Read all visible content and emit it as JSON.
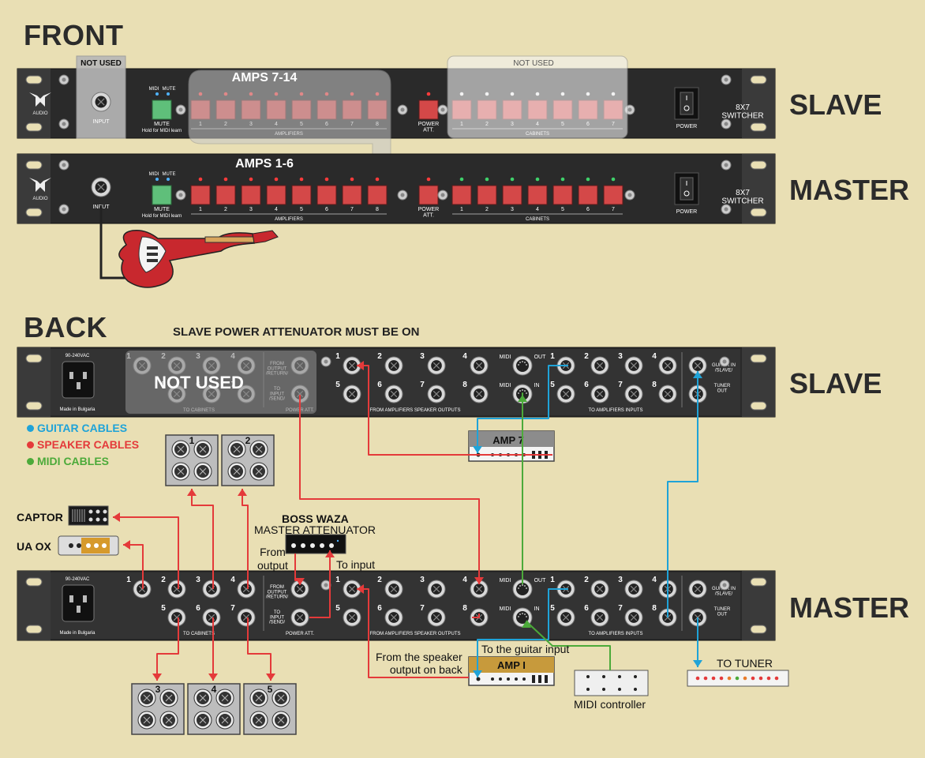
{
  "headings": {
    "front": "FRONT",
    "back": "BACK"
  },
  "labels": {
    "slave": "SLAVE",
    "master": "MASTER",
    "not_used": "NOT USED",
    "amps_7_14": "AMPS 7-14",
    "amps_1_6": "AMPS 1-6",
    "slave_power_note": "SLAVE POWER ATTENUATOR MUST BE ON",
    "captor": "CAPTOR",
    "ua_ox": "UA OX",
    "boss_waza": "BOSS WAZA",
    "master_attenuator": "MASTER ATTENUATOR",
    "from_output": "From\noutput",
    "to_input": "To input",
    "from_speaker_output": "From the speaker\noutput on back",
    "to_guitar_input": "To the guitar input",
    "midi_controller": "MIDI controller",
    "to_tuner": "TO TUNER",
    "amp7": "AMP 7",
    "amp1": "AMP I"
  },
  "legend": [
    {
      "label": "GUITAR CABLES",
      "color": "#1fa3d8"
    },
    {
      "label": "SPEAKER CABLES",
      "color": "#e43a3a"
    },
    {
      "label": "MIDI CABLES",
      "color": "#4caa3a"
    }
  ],
  "front_panel": {
    "brand": "AUDIO",
    "input": "INPUT",
    "midi": "MIDI",
    "mute_small": "MUTE",
    "mute": "MUTE",
    "hold": "Hold for MIDI learn",
    "amplifiers": "AMPLIFIERS",
    "cabinets": "CABINETS",
    "power_att": "POWER\nATT.",
    "power": "POWER",
    "model": "8X7\nSWITCHER",
    "amp_numbers": [
      "1",
      "2",
      "3",
      "4",
      "5",
      "6",
      "7",
      "8"
    ],
    "cab_numbers": [
      "1",
      "2",
      "3",
      "4",
      "5",
      "6",
      "7"
    ]
  },
  "back_panel": {
    "voltage": "90-240VAC",
    "made_in": "Made in Bulgaria",
    "to_cabinets": "TO CABINETS",
    "from_output_return": "FROM\nOUTPUT\n/RETURN/",
    "to_input_send": "TO\nINPUT\n/SEND/",
    "power_att": "POWER ATT.",
    "from_amplifiers": "FROM AMPLIFIERS SPEAKER OUTPUTS",
    "midi": "MIDI",
    "out": "OUT",
    "in": "IN",
    "to_amplifiers_inputs": "TO AMPLIFIERS INPUTS",
    "guitar_in_slave": "GUITAR IN\n/SLAVE/",
    "tuner_out": "TUNER\nOUT",
    "cab_numbers": [
      "1",
      "2",
      "3",
      "4",
      "5",
      "6",
      "7"
    ],
    "amp_numbers": [
      "1",
      "2",
      "3",
      "4",
      "5",
      "6",
      "7",
      "8"
    ]
  },
  "cabinets": [
    "1",
    "2",
    "3",
    "4",
    "5"
  ],
  "colors": {
    "background": "#e9dfb4",
    "rack": "#2a2a2a",
    "guitar": "#1fa3d8",
    "speaker": "#e43a3a",
    "midi": "#4caa3a"
  }
}
